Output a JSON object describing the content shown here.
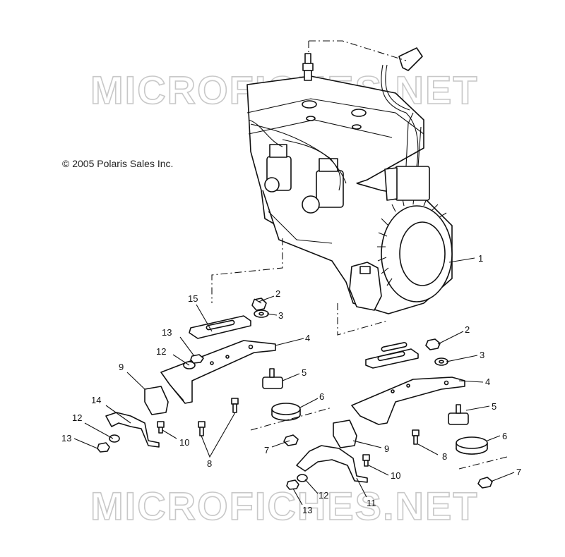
{
  "copyright": "© 2005 Polaris Sales Inc.",
  "watermark": "MICROFICHES.NET",
  "callouts": [
    {
      "id": "c1",
      "label": "1"
    },
    {
      "id": "c2a",
      "label": "2"
    },
    {
      "id": "c2b",
      "label": "2"
    },
    {
      "id": "c3a",
      "label": "3"
    },
    {
      "id": "c3b",
      "label": "3"
    },
    {
      "id": "c4a",
      "label": "4"
    },
    {
      "id": "c4b",
      "label": "4"
    },
    {
      "id": "c5a",
      "label": "5"
    },
    {
      "id": "c5b",
      "label": "5"
    },
    {
      "id": "c6a",
      "label": "6"
    },
    {
      "id": "c6b",
      "label": "6"
    },
    {
      "id": "c7a",
      "label": "7"
    },
    {
      "id": "c7b",
      "label": "7"
    },
    {
      "id": "c8a",
      "label": "8"
    },
    {
      "id": "c8b",
      "label": "8"
    },
    {
      "id": "c9a",
      "label": "9"
    },
    {
      "id": "c9b",
      "label": "9"
    },
    {
      "id": "c10a",
      "label": "10"
    },
    {
      "id": "c10b",
      "label": "10"
    },
    {
      "id": "c11",
      "label": "11"
    },
    {
      "id": "c12a",
      "label": "12"
    },
    {
      "id": "c12b",
      "label": "12"
    },
    {
      "id": "c12c",
      "label": "12"
    },
    {
      "id": "c13a",
      "label": "13"
    },
    {
      "id": "c13b",
      "label": "13"
    },
    {
      "id": "c13c",
      "label": "13"
    },
    {
      "id": "c14",
      "label": "14"
    },
    {
      "id": "c15",
      "label": "15"
    }
  ]
}
